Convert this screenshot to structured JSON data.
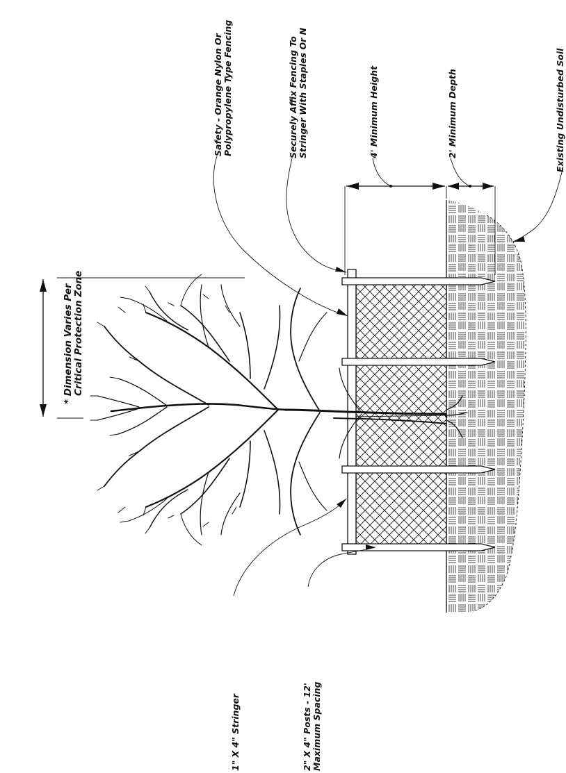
{
  "labels": {
    "dimension_note": "* Dimension Varies Per",
    "dimension_note_2": "Critical Protection Zone",
    "safety_fence_1": "Safety - Orange Nylon Or",
    "safety_fence_2": "Polypropylene Type Fencing",
    "affix_1": "Securely Affix Fencing To",
    "affix_2": "Stringer With Staples Or N",
    "min_height": "4' Minimum Height",
    "min_depth": "2' Minimum Depth",
    "soil": "Existing Undisturbed Soil",
    "stringer": "1\" X 4\" Stringer",
    "posts_1": "2\" X 4\" Posts - 12'",
    "posts_2": "Maximum Spacing"
  }
}
